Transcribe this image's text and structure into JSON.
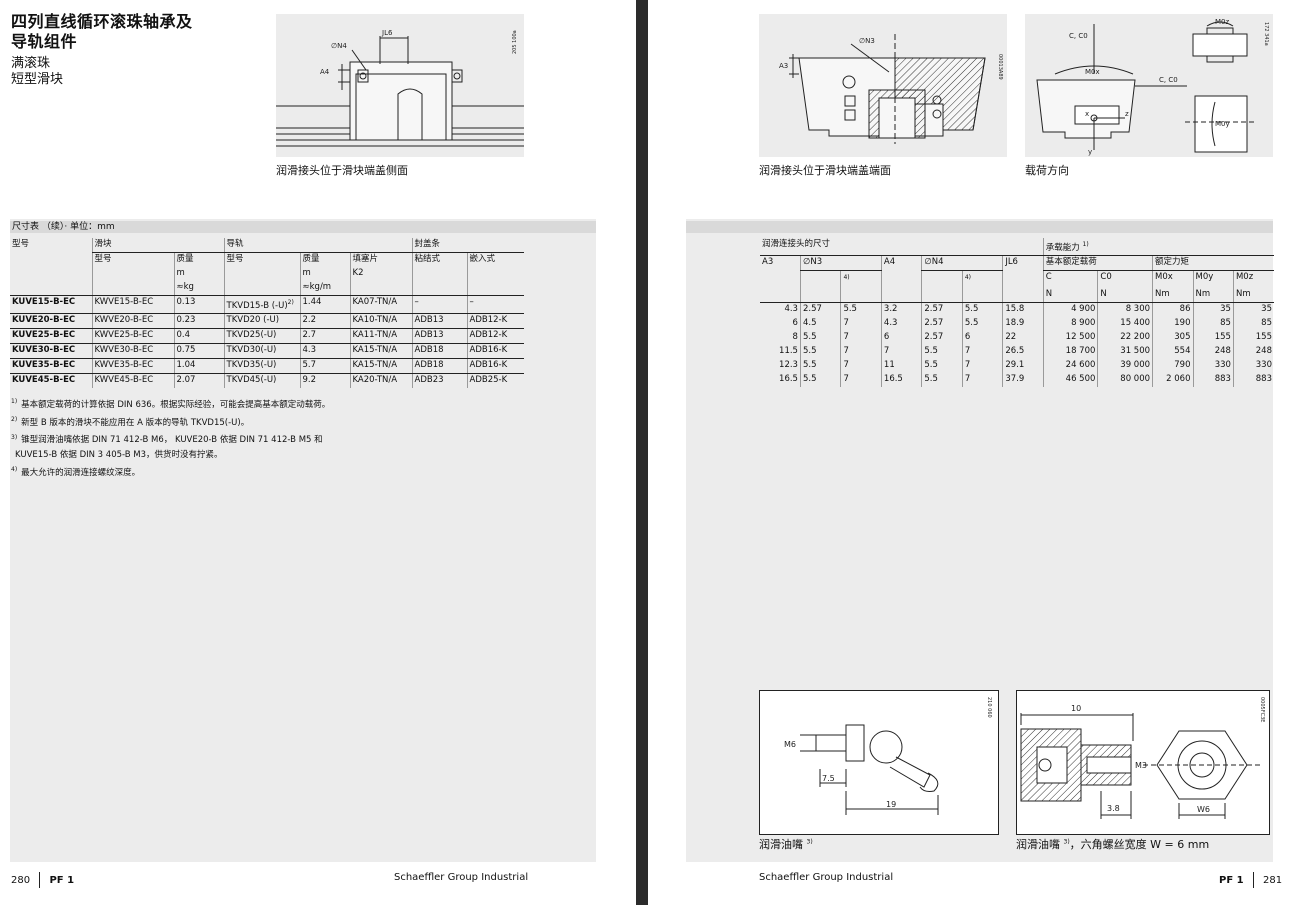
{
  "left": {
    "title_line1": "四列直线循环滚珠轴承及",
    "title_line2": "导轨组件",
    "subtitle_line1": "满滚珠",
    "subtitle_line2": "短型滑块",
    "figure_code": "205 100a",
    "figure_labels": {
      "n4": "∅N4",
      "jl6": "JL6",
      "a4": "A4"
    },
    "figure_caption": "润滑接头位于滑块端盖侧面",
    "table_title": "尺寸表 （续）· 单位：mm",
    "headers": {
      "type": "型号",
      "carriage": "滑块",
      "carriage_type": "型号",
      "mass": "质量",
      "m": "m",
      "kg": "≈kg",
      "rail": "导轨",
      "rail_type": "型号",
      "rail_mass": "质量",
      "rail_m": "m",
      "kgm": "≈kg/m",
      "filler": "填塞片",
      "k2": "K2",
      "seal": "封盖条",
      "adhesive": "粘结式",
      "inset": "嵌入式"
    },
    "rows": [
      {
        "type": "KUVE15-B-EC",
        "carriage": "KWVE15-B-EC",
        "mass": "0.13",
        "rail": "TKVD15-B (-U)",
        "rail_sup": "2)",
        "rail_mass": "1.44",
        "k2": "KA07-TN/A",
        "adhesive": "–",
        "inset": "–"
      },
      {
        "type": "KUVE20-B-EC",
        "carriage": "KWVE20-B-EC",
        "mass": "0.23",
        "rail": "TKVD20 (-U)",
        "rail_sup": "",
        "rail_mass": "2.2",
        "k2": "KA10-TN/A",
        "adhesive": "ADB13",
        "inset": "ADB12-K"
      },
      {
        "type": "KUVE25-B-EC",
        "carriage": "KWVE25-B-EC",
        "mass": "0.4",
        "rail": "TKVD25(-U)",
        "rail_sup": "",
        "rail_mass": "2.7",
        "k2": "KA11-TN/A",
        "adhesive": "ADB13",
        "inset": "ADB12-K"
      },
      {
        "type": "KUVE30-B-EC",
        "carriage": "KWVE30-B-EC",
        "mass": "0.75",
        "rail": "TKVD30(-U)",
        "rail_sup": "",
        "rail_mass": "4.3",
        "k2": "KA15-TN/A",
        "adhesive": "ADB18",
        "inset": "ADB16-K"
      },
      {
        "type": "KUVE35-B-EC",
        "carriage": "KWVE35-B-EC",
        "mass": "1.04",
        "rail": "TKVD35(-U)",
        "rail_sup": "",
        "rail_mass": "5.7",
        "k2": "KA15-TN/A",
        "adhesive": "ADB18",
        "inset": "ADB16-K"
      },
      {
        "type": "KUVE45-B-EC",
        "carriage": "KWVE45-B-EC",
        "mass": "2.07",
        "rail": "TKVD45(-U)",
        "rail_sup": "",
        "rail_mass": "9.2",
        "k2": "KA20-TN/A",
        "adhesive": "ADB23",
        "inset": "ADB25-K"
      }
    ],
    "notes": [
      {
        "n": "1)",
        "text": "基本额定载荷的计算依据 DIN 636。根据实际经验，可能会提高基本额定动载荷。"
      },
      {
        "n": "2)",
        "text": "新型 B 版本的滑块不能应用在 A 版本的导轨 TKVD15(-U)。"
      },
      {
        "n": "3)",
        "text": "锥型润滑油嘴依据 DIN 71 412-B M6， KUVE20-B 依据 DIN 71 412-B M5 和"
      },
      {
        "n": "",
        "text": "KUVE15-B 依据 DIN 3 405-B M3，供货时没有拧紧。"
      },
      {
        "n": "4)",
        "text": "最大允许的润滑连接螺纹深度。"
      }
    ],
    "page_number": "280",
    "section": "PF 1",
    "company": "Schaeffler Group Industrial"
  },
  "right": {
    "fig1_code": "00013A89",
    "fig1_labels": {
      "n3": "∅N3",
      "a3": "A3"
    },
    "fig1_caption": "润滑接头位于滑块端盖端面",
    "fig2_code": "172 341a",
    "fig2_labels": {
      "c_top": "C, C0",
      "c_right": "C, C0",
      "m0x": "M0x",
      "m0y": "M0y",
      "m0z": "M0z",
      "x": "x",
      "y": "y",
      "z": "z"
    },
    "fig2_caption": "载荷方向",
    "headers": {
      "lube_dims": "润滑连接头的尺寸",
      "load": "承载能力",
      "load_sup": "1)",
      "a3": "A3",
      "n3": "∅N3",
      "n3_sup": "4)",
      "a4": "A4",
      "n4": "∅N4",
      "n4_sup": "4)",
      "jl6": "JL6",
      "basic_load": "基本额定载荷",
      "moment": "额定力矩",
      "c": "C",
      "c_unit": "N",
      "c0": "C0",
      "c0_unit": "N",
      "m0x": "M0x",
      "m0y": "M0y",
      "m0z": "M0z",
      "nm": "Nm"
    },
    "rows": [
      {
        "a3": "4.3",
        "n3": "2.57",
        "n3b": "5.5",
        "a4": "3.2",
        "n4": "2.57",
        "n4b": "5.5",
        "jl6": "15.8",
        "c": "4 900",
        "c0": "8 300",
        "mx": "86",
        "my": "35",
        "mz": "35"
      },
      {
        "a3": "6",
        "n3": "4.5",
        "n3b": "7",
        "a4": "4.3",
        "n4": "2.57",
        "n4b": "5.5",
        "jl6": "18.9",
        "c": "8 900",
        "c0": "15 400",
        "mx": "190",
        "my": "85",
        "mz": "85"
      },
      {
        "a3": "8",
        "n3": "5.5",
        "n3b": "7",
        "a4": "6",
        "n4": "2.57",
        "n4b": "6",
        "jl6": "22",
        "c": "12 500",
        "c0": "22 200",
        "mx": "305",
        "my": "155",
        "mz": "155"
      },
      {
        "a3": "11.5",
        "n3": "5.5",
        "n3b": "7",
        "a4": "7",
        "n4": "5.5",
        "n4b": "7",
        "jl6": "26.5",
        "c": "18 700",
        "c0": "31 500",
        "mx": "554",
        "my": "248",
        "mz": "248"
      },
      {
        "a3": "12.3",
        "n3": "5.5",
        "n3b": "7",
        "a4": "11",
        "n4": "5.5",
        "n4b": "7",
        "jl6": "29.1",
        "c": "24 600",
        "c0": "39 000",
        "mx": "790",
        "my": "330",
        "mz": "330"
      },
      {
        "a3": "16.5",
        "n3": "5.5",
        "n3b": "7",
        "a4": "16.5",
        "n4": "5.5",
        "n4b": "7",
        "jl6": "37.9",
        "c": "46 500",
        "c0": "80 000",
        "mx": "2 060",
        "my": "883",
        "mz": "883"
      }
    ],
    "fig3_code": "210 060",
    "fig3_labels": {
      "m6": "M6",
      "d75": "7.5",
      "d19": "19"
    },
    "fig3_caption": "润滑油嘴",
    "fig3_caption_sup": "3)",
    "fig4_code": "0005FC3E",
    "fig4_labels": {
      "d10": "10",
      "m3": "M3",
      "d38": "3.8",
      "w6": "W6"
    },
    "fig4_caption": "润滑油嘴",
    "fig4_caption_sup": "3)",
    "fig4_caption_rest": "，六角螺丝宽度 W = 6 mm",
    "company": "Schaeffler Group Industrial",
    "section": "PF 1",
    "page_number": "281"
  }
}
